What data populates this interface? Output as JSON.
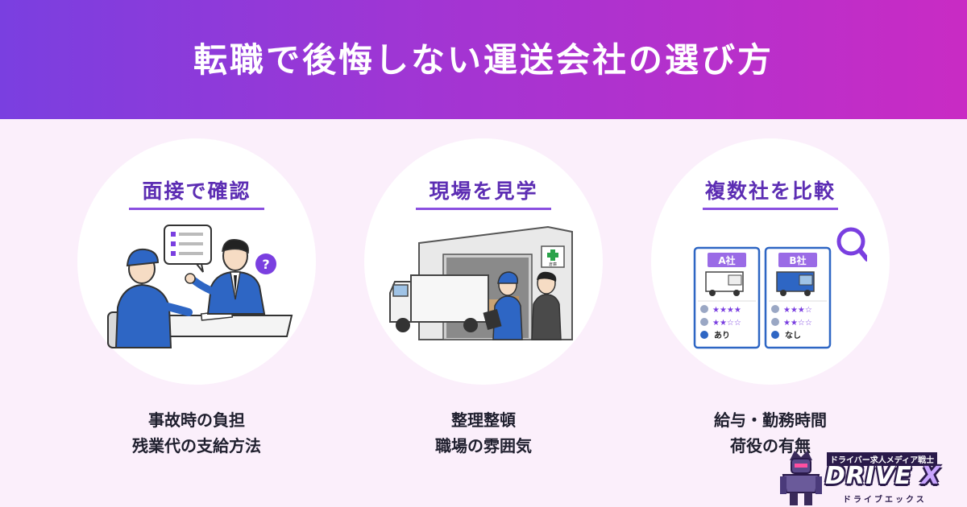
{
  "header": {
    "title": "転職で後悔しない運送会社の選び方"
  },
  "cards": [
    {
      "title": "面接で確認",
      "lines": [
        "事故時の負担",
        "残業代の支給方法"
      ]
    },
    {
      "title": "現場を見学",
      "lines": [
        "整理整頓",
        "職場の雰囲気"
      ]
    },
    {
      "title": "複数社を比較",
      "lines": [
        "給与・勤務時間",
        "荷役の有無"
      ]
    }
  ],
  "compare": {
    "company_a": {
      "label": "A社",
      "rating1": "★★★★",
      "rating2": "★★☆☆",
      "loading": "あり"
    },
    "company_b": {
      "label": "B社",
      "rating1": "★★★☆",
      "rating2": "★★☆☆",
      "loading": "なし"
    }
  },
  "illus": {
    "question_mark": "?",
    "warehouse_sign": "倉庫"
  },
  "logo": {
    "tagline": "ドライバー求人メディア戦士",
    "brand": "DRIVE",
    "brand_x": "X",
    "sub": "ドライブエックス"
  },
  "colors": {
    "header_start": "#7a3fe0",
    "header_end": "#c92bc4",
    "accent": "#5c2db3",
    "background": "#fbeffb"
  }
}
